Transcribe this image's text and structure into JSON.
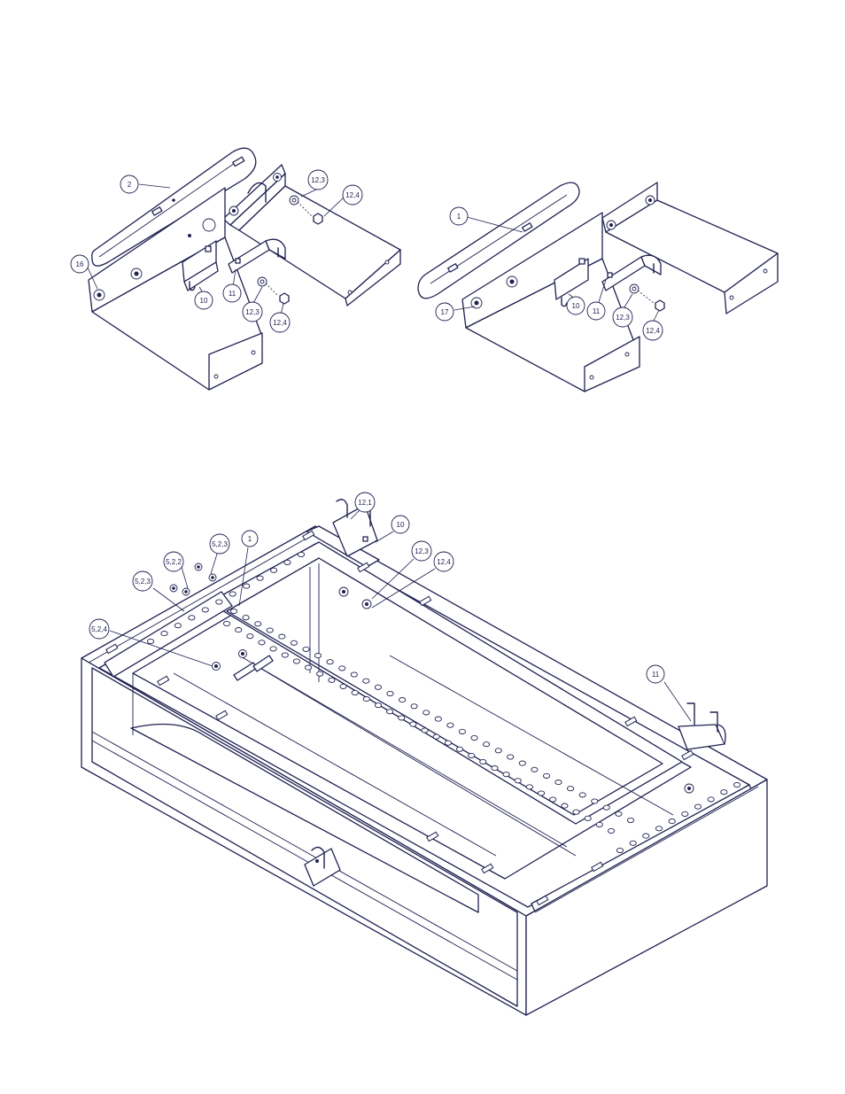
{
  "colors": {
    "line": "#1f2150",
    "paper": "#ffffff"
  },
  "diagrams": [
    {
      "name": "bracket-assembly-left",
      "callouts": [
        {
          "id": "c-l-2",
          "label": "2"
        },
        {
          "id": "c-l-12-3a",
          "label": "12,3"
        },
        {
          "id": "c-l-12-4a",
          "label": "12,4"
        },
        {
          "id": "c-l-16",
          "label": "16"
        },
        {
          "id": "c-l-10",
          "label": "10"
        },
        {
          "id": "c-l-11",
          "label": "11"
        },
        {
          "id": "c-l-12-3b",
          "label": "12,3"
        },
        {
          "id": "c-l-12-4b",
          "label": "12,4"
        }
      ]
    },
    {
      "name": "bracket-assembly-right",
      "callouts": [
        {
          "id": "c-r-1",
          "label": "1"
        },
        {
          "id": "c-r-17",
          "label": "17"
        },
        {
          "id": "c-r-10",
          "label": "10"
        },
        {
          "id": "c-r-11",
          "label": "11"
        },
        {
          "id": "c-r-12-3",
          "label": "12,3"
        },
        {
          "id": "c-r-12-4",
          "label": "12,4"
        }
      ]
    },
    {
      "name": "frame-assembly",
      "callouts": [
        {
          "id": "c-f-12-1",
          "label": "12,1"
        },
        {
          "id": "c-f-10",
          "label": "10"
        },
        {
          "id": "c-f-5-2-3a",
          "label": "5,2,3"
        },
        {
          "id": "c-f-1",
          "label": "1"
        },
        {
          "id": "c-f-12-3",
          "label": "12,3"
        },
        {
          "id": "c-f-12-4",
          "label": "12,4"
        },
        {
          "id": "c-f-5-2-2",
          "label": "5,2,2"
        },
        {
          "id": "c-f-5-2-3b",
          "label": "5,2,3"
        },
        {
          "id": "c-f-5-2-4",
          "label": "5,2,4"
        },
        {
          "id": "c-f-11",
          "label": "11"
        }
      ]
    }
  ]
}
